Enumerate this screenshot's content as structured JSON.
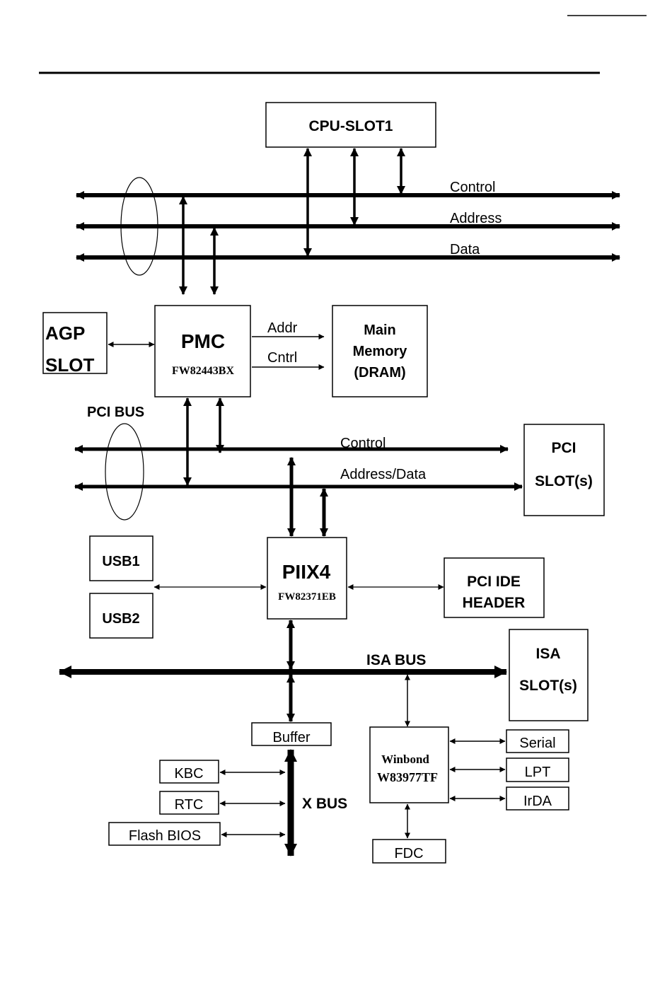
{
  "cpu": {
    "label": "CPU-SLOT1"
  },
  "host_bus": {
    "control": "Control",
    "address": "Address",
    "data": "Data"
  },
  "agp": {
    "line1": "AGP",
    "line2": "SLOT"
  },
  "pmc": {
    "name": "PMC",
    "part": "FW82443BX"
  },
  "mem_links": {
    "addr": "Addr",
    "cntrl": "Cntrl"
  },
  "memory": {
    "line1": "Main",
    "line2": "Memory",
    "line3": "(DRAM)"
  },
  "pci_bus": {
    "label": "PCI BUS",
    "control": "Control",
    "address_data": "Address/Data"
  },
  "pci_slot": {
    "line1": "PCI",
    "line2": "SLOT(s)"
  },
  "usb": {
    "usb1": "USB1",
    "usb2": "USB2"
  },
  "piix4": {
    "name": "PIIX4",
    "part": "FW82371EB"
  },
  "pci_ide": {
    "line1": "PCI IDE",
    "line2": "HEADER"
  },
  "isa_bus": {
    "label": "ISA BUS"
  },
  "isa_slot": {
    "line1": "ISA",
    "line2": "SLOT(s)"
  },
  "buffer": {
    "label": "Buffer"
  },
  "xbus": {
    "label": "X BUS",
    "kbc": "KBC",
    "rtc": "RTC",
    "flash": "Flash BIOS"
  },
  "superio": {
    "line1": "Winbond",
    "line2": "W83977TF",
    "serial": "Serial",
    "lpt": "LPT",
    "irda": "IrDA",
    "fdc": "FDC"
  }
}
